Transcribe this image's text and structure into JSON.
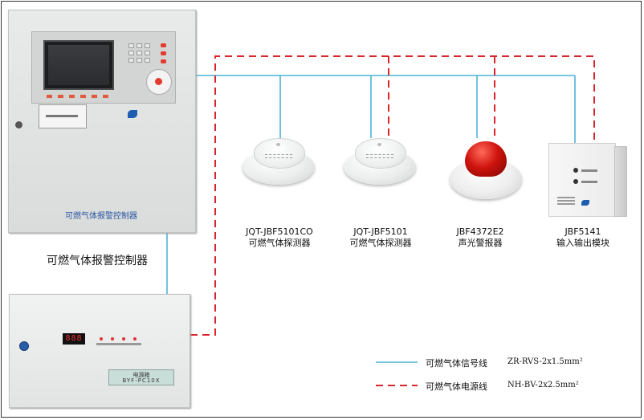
{
  "colors": {
    "signal_line": "#4db3d9",
    "power_line": "#d9262c",
    "controller_label": "#2a55a3"
  },
  "controller": {
    "panel_label": "可燃气体报警控制器",
    "brand_icon": "company-logo-icon"
  },
  "side_label": "可燃气体报警控制器",
  "power_box": {
    "display_value": "888",
    "nameplate_line1": "电源箱",
    "nameplate_line2": "BYF-PC10X"
  },
  "devices": [
    {
      "model": "JQT-JBF5101CO",
      "name": "可燃气体探测器"
    },
    {
      "model": "JQT-JBF5101",
      "name": "可燃气体探测器"
    },
    {
      "model": "JBF4372E2",
      "name": "声光警报器"
    },
    {
      "model": "JBF5141",
      "name": "输入输出模块"
    }
  ],
  "legend": [
    {
      "label": "可燃气体信号线",
      "spec": "ZR-RVS-2x1.5mm²",
      "style": "solid",
      "color": "#4db3d9"
    },
    {
      "label": "可燃气体电源线",
      "spec": "NH-BV-2x2.5mm²",
      "style": "dashed",
      "color": "#d9262c"
    }
  ]
}
